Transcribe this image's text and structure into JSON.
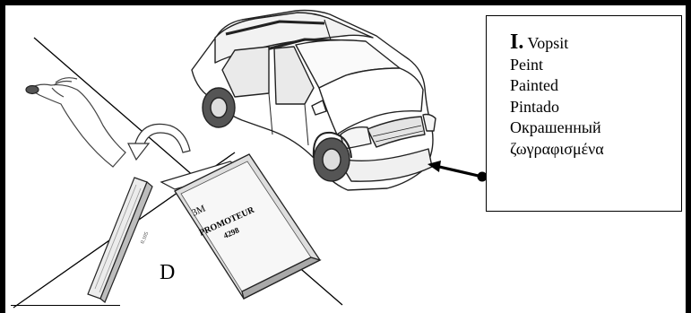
{
  "legend": {
    "number": "I.",
    "lines": [
      "Vopsit",
      "Peint",
      "Painted",
      "Pintado",
      "Окрашенный",
      "ζωγραφισμένα"
    ]
  },
  "diagram": {
    "label_d": "D",
    "product_brand": "3M",
    "product_name": "PROMOTEUR",
    "product_code": "4298"
  },
  "colors": {
    "line": "#000000",
    "pad": "#d4d4d4",
    "box_side": "#bdbdbd"
  }
}
